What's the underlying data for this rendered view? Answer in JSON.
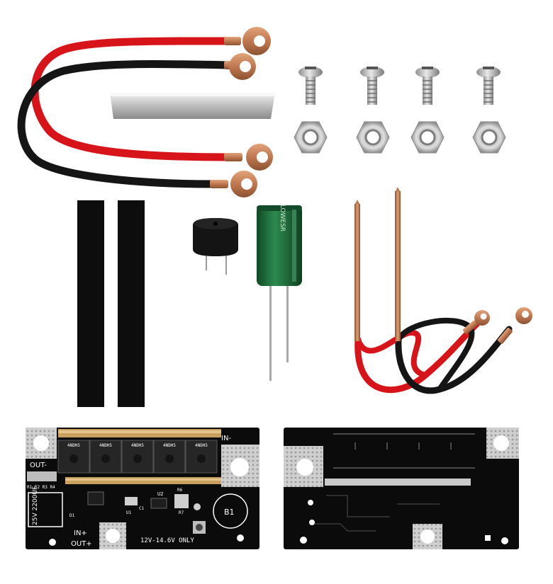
{
  "product": "spot welder kit components",
  "pcb_front": {
    "label_out_minus": "OUT-",
    "label_in_minus": "IN-",
    "label_in_plus": "IN+",
    "label_out_plus": "OUT+",
    "label_b1": "B1",
    "voltage_note": "12V-14.6V ONLY",
    "cap_rating": "25V 2200UF",
    "resistor_labels": "R1 R2 R3 R4",
    "chip_label": "U2",
    "u1_label": "U1",
    "r6_label": "R6",
    "r7_label": "R7",
    "d1_label": "D1",
    "c1_label": "C1",
    "mosfet_marking": "4NDH5"
  },
  "capacitor_marking": "LOWESR",
  "colors": {
    "red_wire": "#d8141b",
    "black_wire": "#151515",
    "copper": "#c8845a",
    "pcb": "#0b0b0b",
    "capacitor": "#1f6b3a"
  }
}
